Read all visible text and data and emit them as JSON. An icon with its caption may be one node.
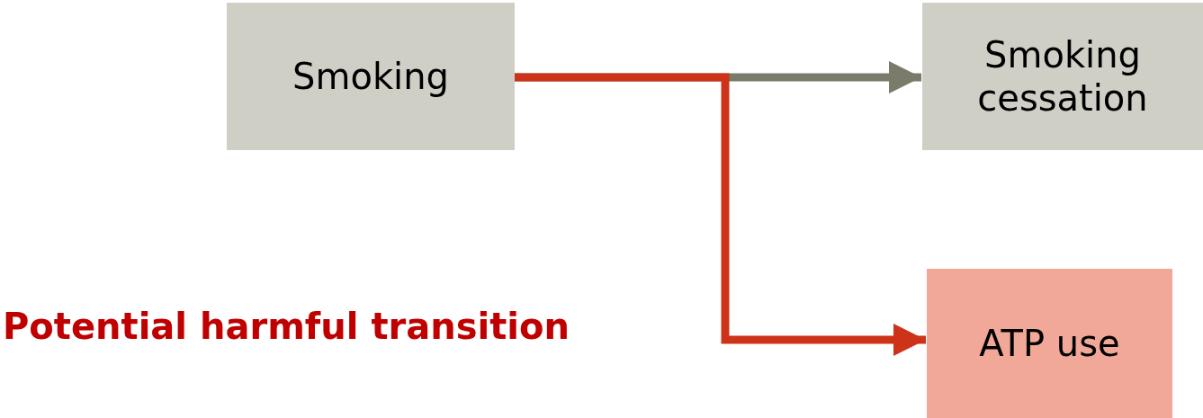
{
  "diagram": {
    "nodes": [
      {
        "text": [
          "Smoking"
        ]
      },
      {
        "text": [
          "Smoking cessation"
        ]
      },
      {
        "text": [
          "ATP use"
        ]
      }
    ],
    "edges": [
      {
        "from": 0,
        "to": 1,
        "arrow": "to"
      },
      {
        "from": 0,
        "to": 2,
        "arrow": "to",
        "color": "#cc3318"
      }
    ],
    "labels": [
      "Potential harmful transition"
    ]
  }
}
